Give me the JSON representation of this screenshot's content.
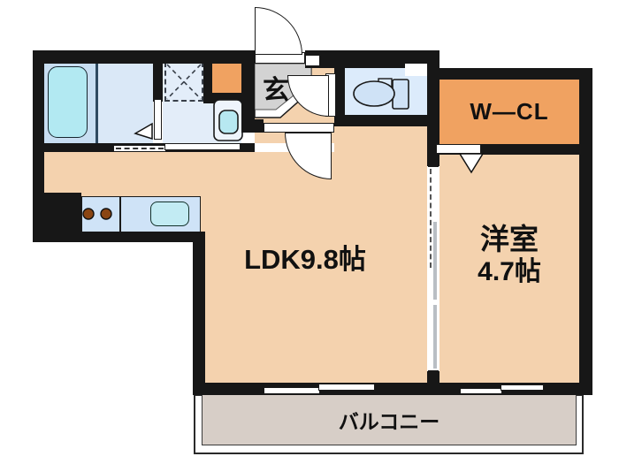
{
  "floorplan": {
    "labels": {
      "genkan": "玄",
      "walk_in_closet": "W—CL",
      "ldk": "LDK9.8帖",
      "western_room_line1": "洋室",
      "western_room_line2": "4.7帖",
      "balcony": "バルコニー"
    },
    "colors": {
      "wall": "#171717",
      "floor_peach": "#f4d2ae",
      "closet_orange": "#f0a261",
      "genkan_gray": "#d3d3d3",
      "balcony_gray": "#d7cec7",
      "bathroom_blue": "#c8def2",
      "bathtub_cyan": "#b2e9f2",
      "washroom_blue": "#dae8f7",
      "sanitary_blue": "#e3edf9",
      "toilet_blue": "#dcebfb",
      "kitchen_counter_blue": "#cfe3f7",
      "sink_cyan": "#c2ebf3",
      "burner_brown": "#8a4513"
    }
  }
}
